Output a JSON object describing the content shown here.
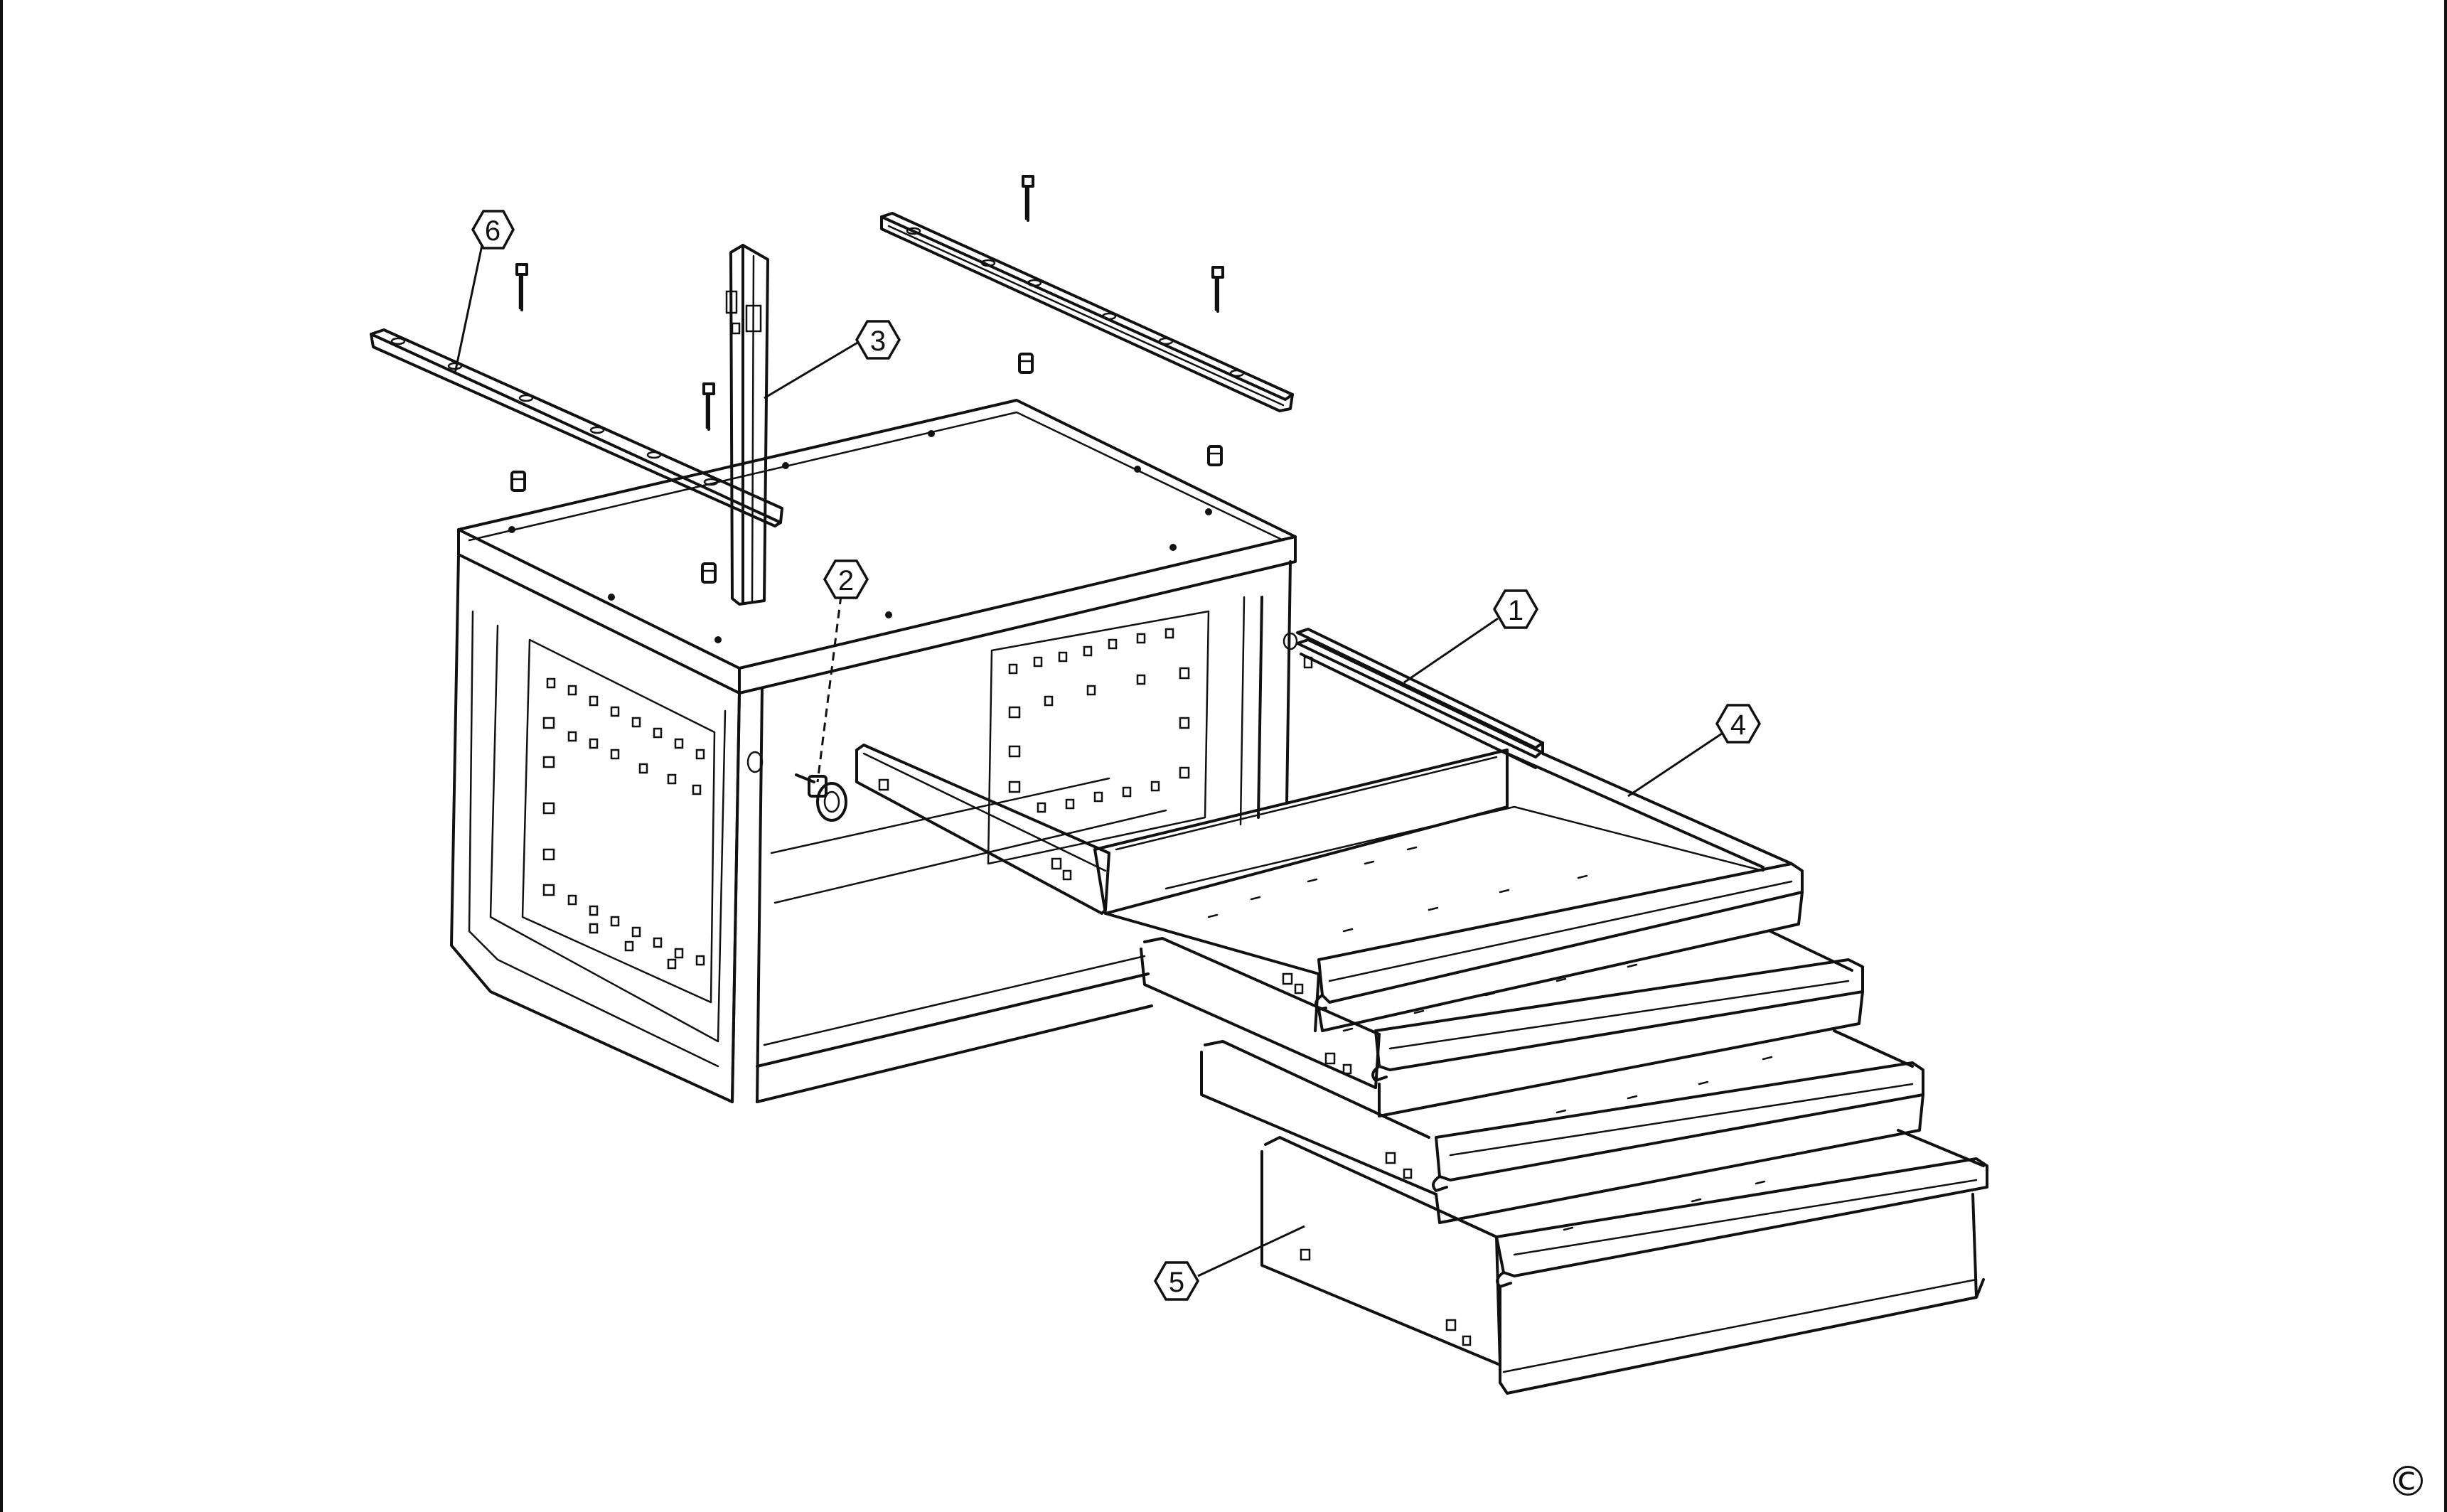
{
  "diagram": {
    "type": "exploded parts drawing",
    "callouts": [
      {
        "id": "callout-1",
        "label": "1"
      },
      {
        "id": "callout-2",
        "label": "2"
      },
      {
        "id": "callout-3",
        "label": "3"
      },
      {
        "id": "callout-4",
        "label": "4"
      },
      {
        "id": "callout-5",
        "label": "5"
      },
      {
        "id": "callout-6",
        "label": "6"
      }
    ],
    "copyright_symbol": "©"
  }
}
